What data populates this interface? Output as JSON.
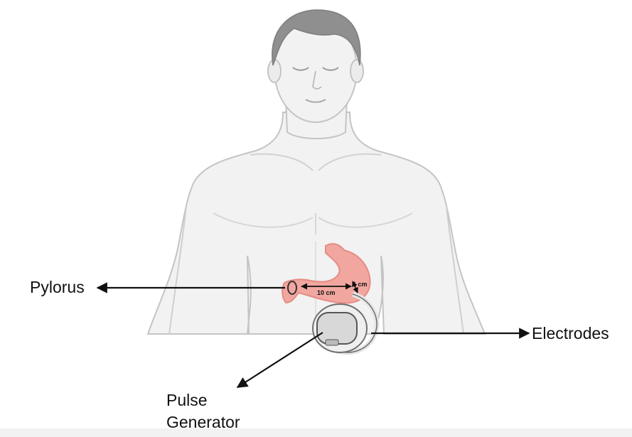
{
  "labels": {
    "pylorus": "Pylorus",
    "electrodes": "Electrodes",
    "pulse_line1": "Pulse",
    "pulse_line2": "Generator"
  },
  "measurements": {
    "length": "10 cm",
    "spacing": "1 cm"
  },
  "colors": {
    "skin": "#f2f2f2",
    "skin_outline": "#c4c4c4",
    "hair": "#8f8f8f",
    "stomach": "#f1a7a0",
    "stomach_outline": "#e58b84",
    "device": "#dcdcdc",
    "device_outline": "#6f6f6f",
    "arrow": "#111111"
  }
}
